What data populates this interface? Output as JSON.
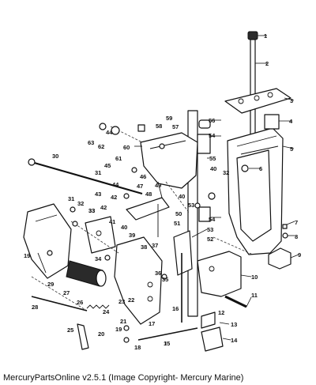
{
  "footer": "MercuryPartsOnline v2.5.1 (Image Copyright- Mercury Marine)",
  "callouts": [
    "1",
    "2",
    "3",
    "4",
    "5",
    "6",
    "7",
    "8",
    "9",
    "10",
    "11",
    "12",
    "13",
    "14",
    "15",
    "16",
    "17",
    "18",
    "19",
    "20",
    "21",
    "22",
    "23",
    "24",
    "25",
    "26",
    "27",
    "28",
    "29",
    "30",
    "31",
    "32",
    "33",
    "34",
    "35",
    "36",
    "37",
    "38",
    "39",
    "40",
    "41",
    "42",
    "43",
    "44",
    "45",
    "46",
    "47",
    "48",
    "49",
    "50",
    "51",
    "52",
    "53",
    "54",
    "55",
    "56",
    "57",
    "58",
    "59",
    "60",
    "61",
    "62",
    "63"
  ],
  "extra_labels": {
    "n19b": "19",
    "n31b": "31",
    "n32b": "32",
    "n33b": "33",
    "n40b": "40",
    "n42b": "42",
    "n44b": "44",
    "n53b": "53",
    "n54b": "54",
    "n40c": "40"
  }
}
